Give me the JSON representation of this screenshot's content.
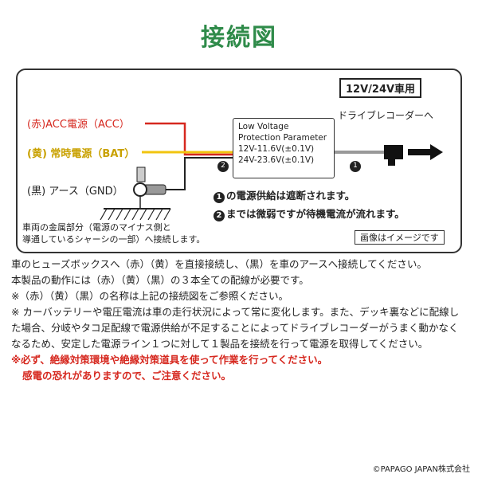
{
  "title": "接続図",
  "vehicle_tag": "12V/24V車用",
  "destination": "ドライブレコーダーへ",
  "wires": {
    "acc": "(赤)ACC電源（ACC）",
    "bat": "(黄) 常時電源（BAT）",
    "gnd": "(黒) アース（GND）"
  },
  "protection_box": {
    "line1": "Low Voltage",
    "line2": "Protection Parameter",
    "line3": "12V-11.6V(±0.1V)",
    "line4": "24V-23.6V(±0.1V)"
  },
  "markers": {
    "one": "1",
    "two": "2"
  },
  "diagram_notes": [
    "の電源供給は遮断されます。",
    "までは微弱ですが待機電流が流れます。"
  ],
  "chassis_note": [
    "車両の金属部分（電源のマイナス側と",
    "導通しているシャーシの一部）へ接続します。"
  ],
  "image_note": "画像はイメージです",
  "instructions": [
    "車のヒューズボックスへ（赤）（黄）を直接接続し、（黒）を車のアースへ接続してください。",
    "本製品の動作には（赤）（黄）（黒）の３本全ての配線が必要です。",
    "※（赤）（黄）（黒）の名称は上記の接続図をご参照ください。",
    "※ カーバッテリーや電圧電流は車の走行状況によって常に変化します。また、デッキ裏などに配線した場合、分岐やタコ足配線で電源供給が不足することによってドライブレコーダーがうまく動かなくなるため、安定した電源ライン１つに対して１製品を接続を行って電源を取得してください。"
  ],
  "warning": [
    "※必ず、絶縁対策環境や絶縁対策道具を使って作業を行ってください。",
    "感電の恐れがありますので、ご注意ください。"
  ],
  "copyright": "©PAPAGO JAPAN株式会社",
  "colors": {
    "title": "#2f8b4a",
    "red_wire": "#d6281f",
    "yellow_wire": "#f1c40f",
    "black_wire": "#222222"
  }
}
